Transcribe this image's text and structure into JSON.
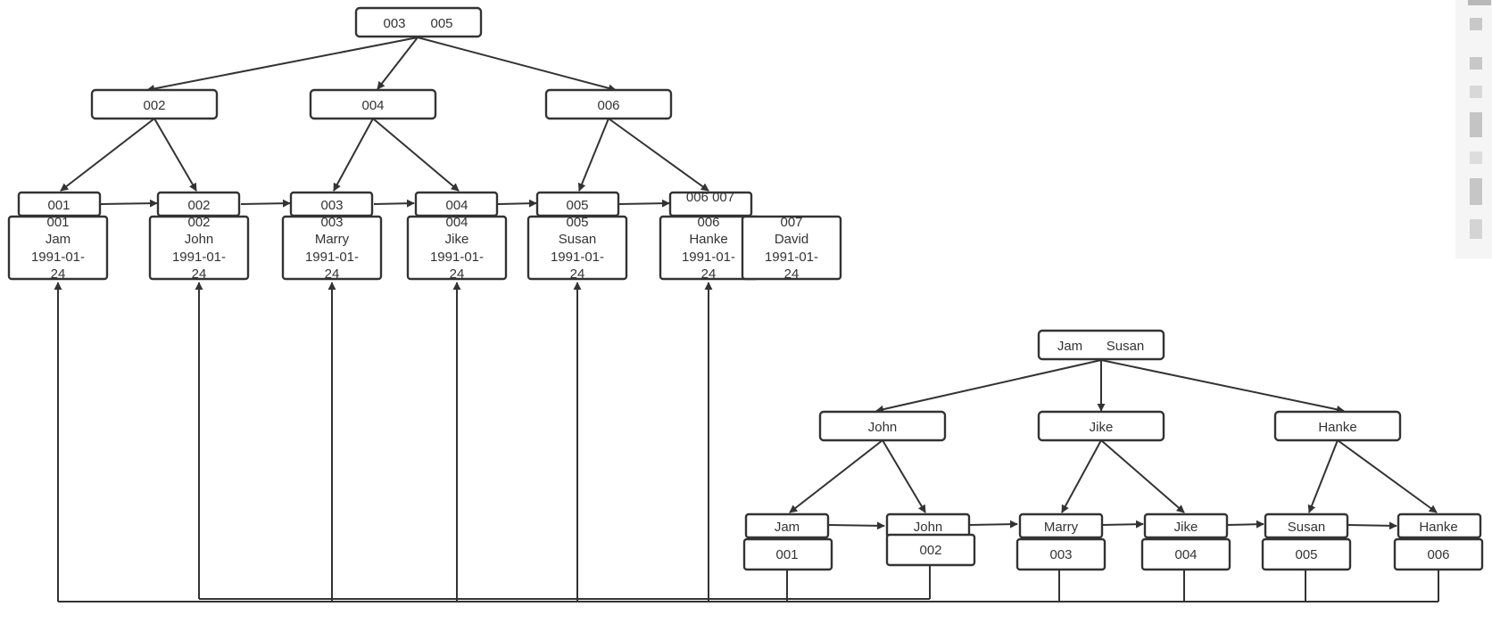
{
  "primary_tree": {
    "root": {
      "k1": "003",
      "k2": "005"
    },
    "internal": [
      "002",
      "004",
      "006"
    ],
    "leaves": [
      {
        "key": "001",
        "rec": [
          "001",
          "Jam",
          "1991-01-",
          "24"
        ]
      },
      {
        "key": "002",
        "rec": [
          "002",
          "John",
          "1991-01-",
          "24"
        ]
      },
      {
        "key": "003",
        "rec": [
          "003",
          "Marry",
          "1991-01-",
          "24"
        ]
      },
      {
        "key": "004",
        "rec": [
          "004",
          "Jike",
          "1991-01-",
          "24"
        ]
      },
      {
        "key": "005",
        "rec": [
          "005",
          "Susan",
          "1991-01-",
          "24"
        ]
      },
      {
        "key": "006 007",
        "rec": [
          "006",
          "Hanke",
          "1991-01-",
          "24"
        ]
      },
      {
        "key": "",
        "rec": [
          "007",
          "David",
          "1991-01-",
          "24"
        ]
      }
    ]
  },
  "secondary_tree": {
    "root": {
      "k1": "Jam",
      "k2": "Susan"
    },
    "internal": [
      "John",
      "Jike",
      "Hanke"
    ],
    "leaves": [
      {
        "key": "Jam",
        "id": "001"
      },
      {
        "key": "John",
        "id": "002"
      },
      {
        "key": "Marry",
        "id": "003"
      },
      {
        "key": "Jike",
        "id": "004"
      },
      {
        "key": "Susan",
        "id": "005"
      },
      {
        "key": "Hanke",
        "id": "006"
      }
    ]
  },
  "colors": {
    "stroke": "#333333",
    "fill": "#ffffff"
  }
}
